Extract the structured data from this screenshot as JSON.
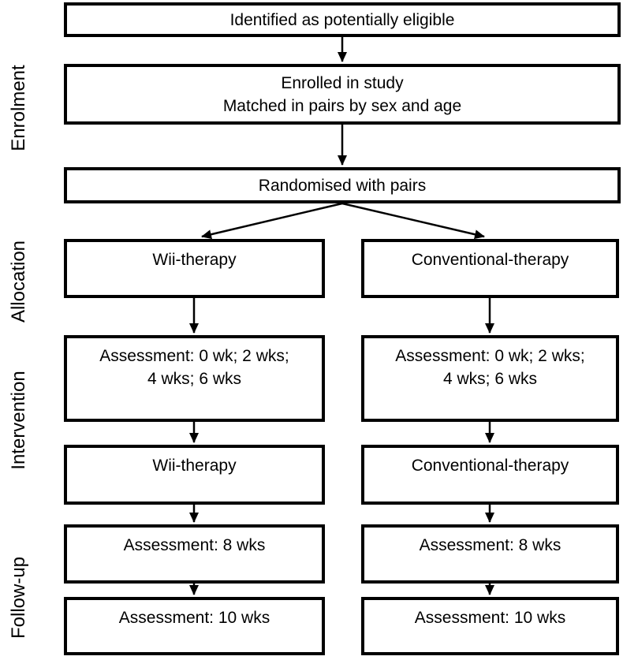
{
  "stages": [
    {
      "label": "Enrolment"
    },
    {
      "label": "Allocation"
    },
    {
      "label": "Intervention"
    },
    {
      "label": "Follow-up"
    }
  ],
  "flow": {
    "identified": {
      "line1": "Identified as potentially eligible"
    },
    "enrolled": {
      "line1": "Enrolled in study",
      "line2": "Matched in pairs by sex and age"
    },
    "randomised": {
      "line1": "Randomised with pairs"
    }
  },
  "arms": {
    "wii": {
      "allocation": "Wii-therapy",
      "assessment1_line1": "Assessment: 0 wk; 2 wks;",
      "assessment1_line2": "4 wks; 6 wks",
      "intervention": "Wii-therapy",
      "assessment2": "Assessment: 8 wks",
      "assessment3": "Assessment: 10 wks"
    },
    "conventional": {
      "allocation": "Conventional-therapy",
      "assessment1_line1": "Assessment: 0 wk; 2 wks;",
      "assessment1_line2": "4 wks; 6 wks",
      "intervention": "Conventional-therapy",
      "assessment2": "Assessment: 8 wks",
      "assessment3": "Assessment: 10 wks"
    }
  },
  "colors": {
    "background": "#ffffff",
    "box_border": "#000000",
    "text": "#000000",
    "arrow": "#000000"
  }
}
